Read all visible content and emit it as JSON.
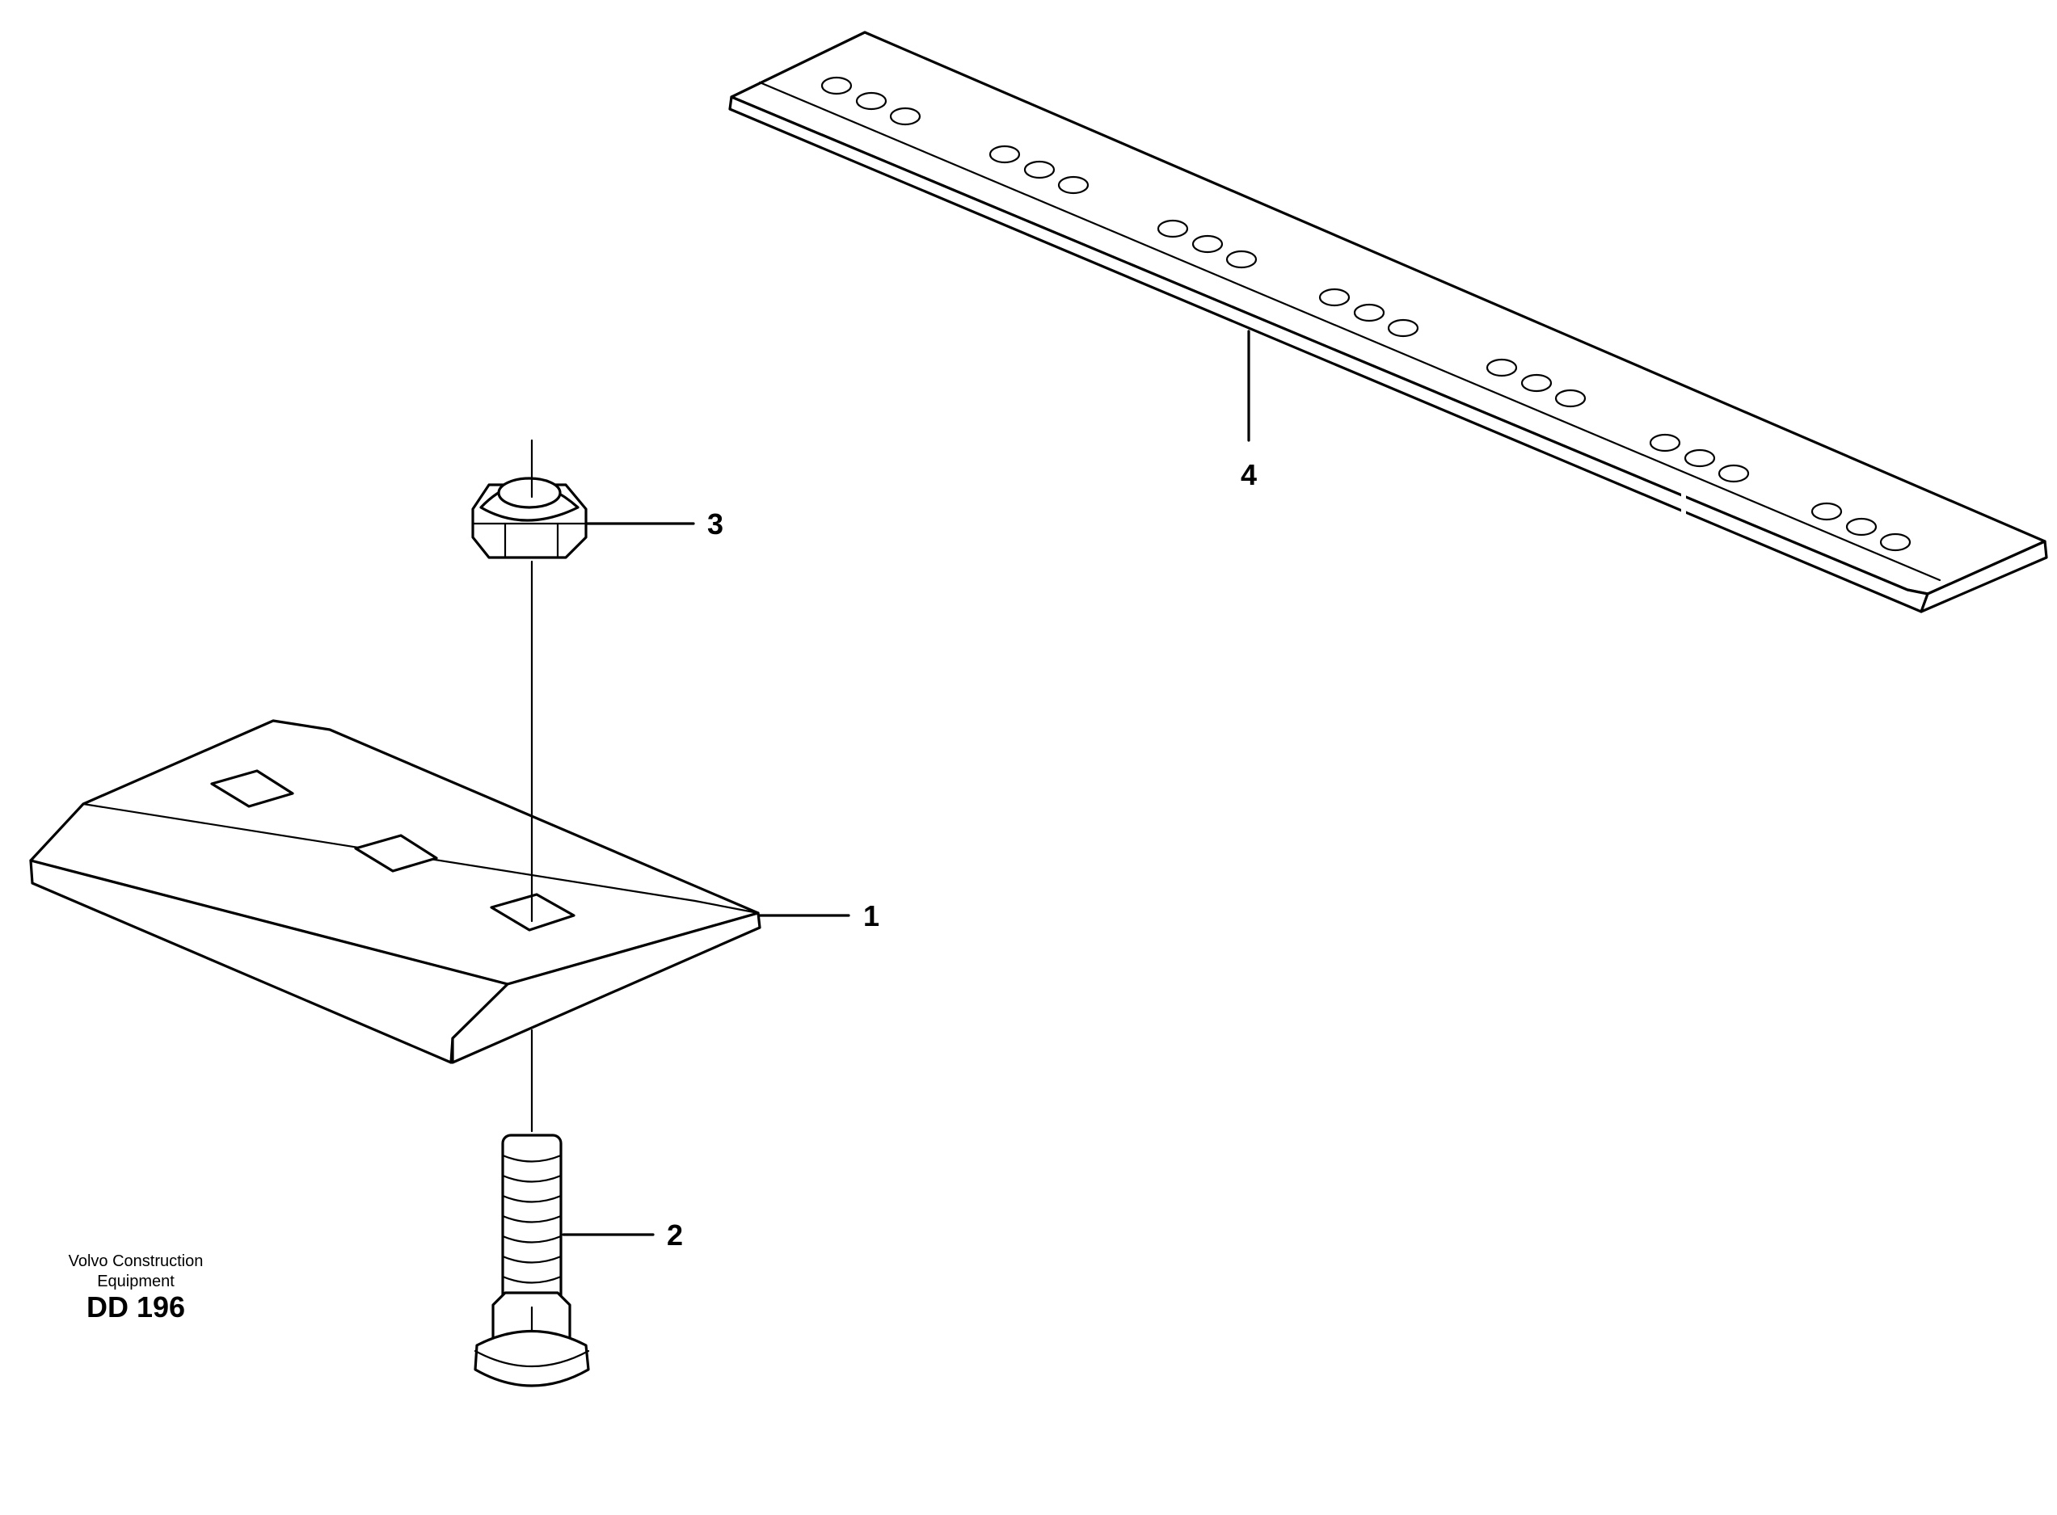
{
  "callouts": {
    "c1": "1",
    "c2": "2",
    "c3": "3",
    "c4": "4"
  },
  "footer": {
    "credit_line1": "Volvo Construction",
    "credit_line2": "Equipment",
    "drawing_code": "DD 196"
  }
}
